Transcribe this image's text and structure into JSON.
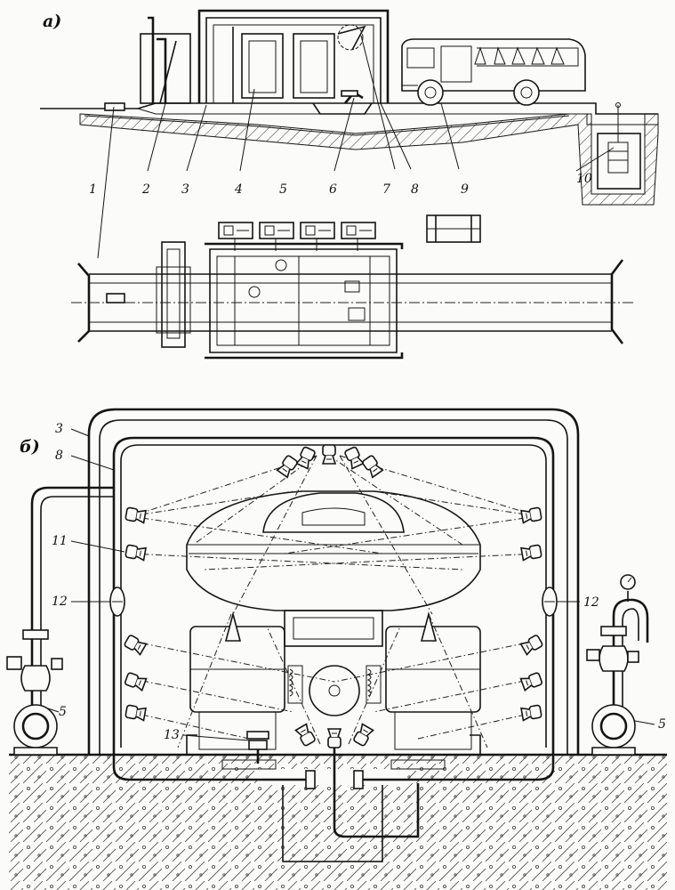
{
  "panels": {
    "a": "а)",
    "b": "б)"
  },
  "callouts_top": [
    "1",
    "2",
    "3",
    "4",
    "5",
    "6",
    "7",
    "8",
    "9",
    "10"
  ],
  "callouts_bottom": {
    "l3": "3",
    "l8": "8",
    "l11": "11",
    "l12_left": "12",
    "l12_right": "12",
    "l5_left": "5",
    "l5_right": "5",
    "l13": "13"
  },
  "colors": {
    "ink": "#151515",
    "paper": "#fbfbf9"
  },
  "icons": {
    "gauge": "pressure-gauge-icon",
    "pump": "pump-icon",
    "nozzle": "spray-nozzle-icon"
  }
}
